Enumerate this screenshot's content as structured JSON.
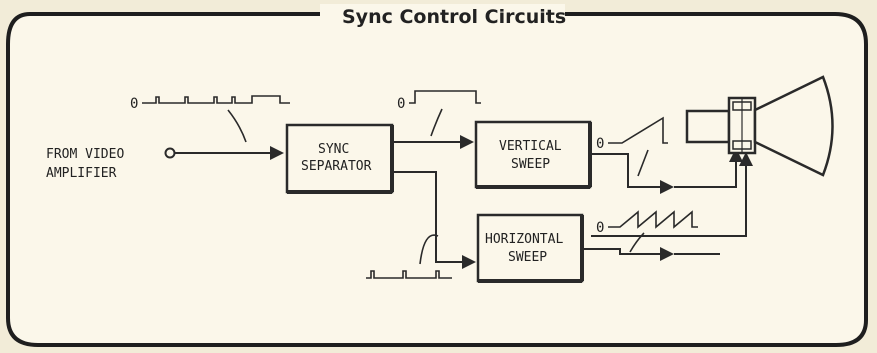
{
  "title": "Sync Control Circuits",
  "input": {
    "line1": "FROM VIDEO",
    "line2": "AMPLIFIER"
  },
  "blocks": {
    "sync": {
      "line1": "SYNC",
      "line2": "SEPARATOR"
    },
    "vertical": {
      "line1": "VERTICAL",
      "line2": "SWEEP"
    },
    "horizontal": {
      "line1": "HORIZONTAL",
      "line2": "SWEEP"
    }
  },
  "waveform_zero_label": "0",
  "colors": {
    "background": "#f2ecd8",
    "ink": "#2a2a2a",
    "panel": "#fbf7ea"
  }
}
